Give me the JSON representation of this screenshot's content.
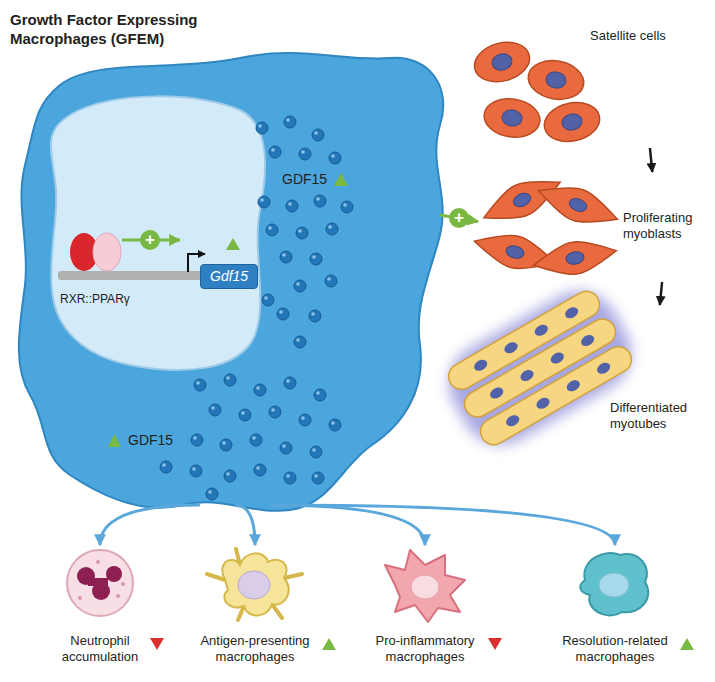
{
  "diagram": {
    "nodes": [
      {
        "text": [
          "Growth Factor Expressing Macrophages (GFEM)"
        ]
      },
      {
        "text": [
          "Gdf15"
        ],
        "in": 0
      },
      {
        "text": [
          "Satellite cells"
        ]
      },
      {
        "text": [
          "Proliferating myoblasts"
        ]
      },
      {
        "text": [
          "Differentiated myotubes"
        ]
      },
      {
        "text": [
          "Neutrophil accumulation"
        ]
      },
      {
        "text": [
          "Antigen-presenting macrophages"
        ]
      },
      {
        "text": [
          "Pro-inflammatory macrophages"
        ]
      },
      {
        "text": [
          "Resolution-related macrophages"
        ]
      }
    ],
    "edges": [
      {
        "from": 0,
        "to": 3,
        "arrow": "to",
        "label": "+"
      },
      {
        "from": 2,
        "to": 3,
        "arrow": "to"
      },
      {
        "from": 3,
        "to": 4,
        "arrow": "to"
      },
      {
        "from": 0,
        "to": 5,
        "arrow": "to"
      },
      {
        "from": 0,
        "to": 6,
        "arrow": "to"
      },
      {
        "from": 0,
        "to": 7,
        "arrow": "to"
      },
      {
        "from": 0,
        "to": 8,
        "arrow": "to"
      }
    ],
    "labels": [
      "RXR::PPARγ",
      "+",
      "GDF15",
      "GDF15"
    ]
  }
}
